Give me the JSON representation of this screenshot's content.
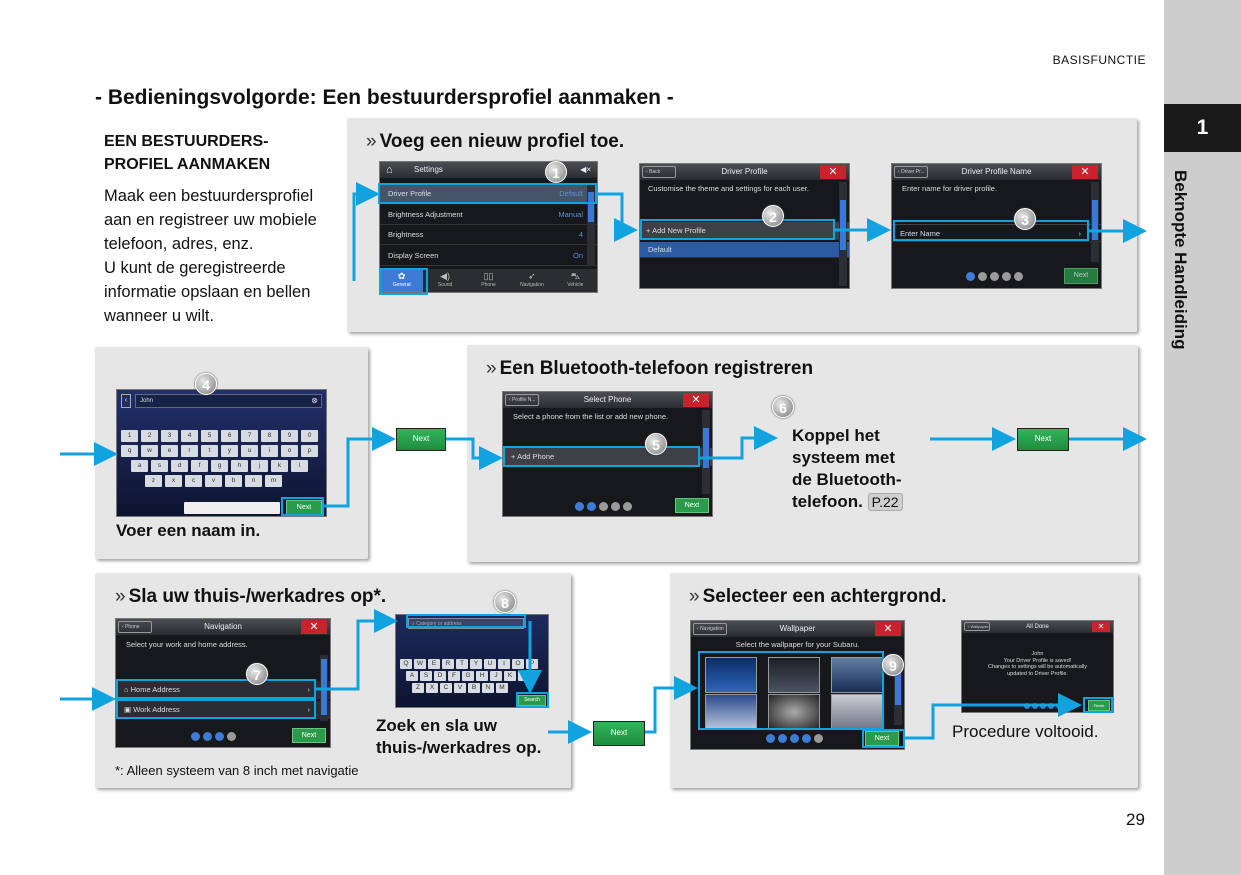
{
  "header": {
    "section_label": "BASISFUNCTIE",
    "main_title": "- Bedieningsvolgorde: Een bestuurdersprofiel aanmaken -",
    "page_number": "29"
  },
  "side_tab": {
    "chapter_number": "1",
    "chapter_title": "Beknopte Handleiding"
  },
  "intro": {
    "heading_line1": "EEN BESTUURDERS-",
    "heading_line2": "PROFIEL AANMAKEN",
    "lines": [
      "Maak een bestuurdersprofiel",
      "aan en registreer uw mobiele",
      "telefoon, adres, enz.",
      "U kunt de geregistreerde",
      "informatie opslaan en bellen",
      "wanneer u wilt."
    ]
  },
  "step_panel_1": {
    "title": "Voeg een nieuw profiel toe.",
    "quote_mark": "»"
  },
  "settings_screen": {
    "title": "Settings",
    "rows": [
      {
        "label": "Driver Profile",
        "value": "Default"
      },
      {
        "label": "Brightness Adjustment",
        "value": "Manual"
      },
      {
        "label": "Brightness",
        "value": "4"
      },
      {
        "label": "Display Screen",
        "value": "On"
      }
    ],
    "nav": [
      "General",
      "Sound",
      "Phone",
      "Navigation",
      "Vehicle"
    ]
  },
  "profile_screen": {
    "back": "Back",
    "title": "Driver Profile",
    "desc": "Customise the theme and settings for each user.",
    "add": "Add New Profile",
    "default": "Default"
  },
  "name_screen": {
    "back": "Driver Pr...",
    "title": "Driver Profile Name",
    "desc": "Enter name for driver profile.",
    "field": "Enter Name",
    "next": "Next"
  },
  "keyboard_screen": {
    "input_value": "John",
    "numbers": [
      "1",
      "2",
      "3",
      "4",
      "5",
      "6",
      "7",
      "8",
      "9",
      "0"
    ],
    "row1": [
      "q",
      "w",
      "e",
      "r",
      "t",
      "y",
      "u",
      "i",
      "o",
      "p"
    ],
    "row2": [
      "a",
      "s",
      "d",
      "f",
      "g",
      "h",
      "j",
      "k",
      "l"
    ],
    "row3": [
      "z",
      "x",
      "c",
      "v",
      "b",
      "n",
      "m"
    ],
    "next": "Next"
  },
  "caption_name": "Voer een naam in.",
  "next_label": "Next",
  "step_panel_bt": {
    "title": "Een Bluetooth-telefoon registreren",
    "quote_mark": "»"
  },
  "phone_screen": {
    "back": "Profile N...",
    "title": "Select Phone",
    "desc": "Select a phone from the list or add new phone.",
    "add": "Add Phone",
    "next": "Next"
  },
  "bt_pair": {
    "line1": "Koppel het",
    "line2": "systeem met",
    "line3": "de Bluetooth-",
    "line4": "telefoon.",
    "ref": "P.22"
  },
  "step_panel_addr": {
    "title": "Sla uw thuis-/werkadres op*.",
    "quote_mark": "»"
  },
  "nav_screen": {
    "back": "Phone",
    "title": "Navigation",
    "desc": "Select your work and home address.",
    "home": "Home Address",
    "work": "Work Address",
    "next": "Next"
  },
  "search_screen": {
    "placeholder": "Category or address",
    "row1": [
      "Q",
      "W",
      "E",
      "R",
      "T",
      "Y",
      "U",
      "I",
      "O",
      "P"
    ],
    "row2": [
      "A",
      "S",
      "D",
      "F",
      "G",
      "H",
      "J",
      "K",
      "L"
    ],
    "row3": [
      "Z",
      "X",
      "C",
      "V",
      "B",
      "N",
      "M"
    ],
    "search": "Search"
  },
  "addr_caption": {
    "line1": "Zoek en sla uw",
    "line2": "thuis-/werkadres op."
  },
  "footnote": "*: Alleen systeem van 8 inch met navigatie",
  "step_panel_wall": {
    "title": "Selecteer een achtergrond.",
    "quote_mark": "»"
  },
  "wallpaper_screen": {
    "back": "Navigation",
    "title": "Wallpaper",
    "desc": "Select the wallpaper for your Subaru.",
    "next": "Next"
  },
  "done_screen": {
    "back": "Wallpaper",
    "title": "All Done",
    "name": "John",
    "l1": "Your Driver Profile is saved!",
    "l2": "Changes to settings will be automatically",
    "l3": "updated to Driver Profile.",
    "finish": "Finish"
  },
  "caption_done": "Procedure voltooid.",
  "badges": [
    "1",
    "2",
    "3",
    "4",
    "5",
    "6",
    "7",
    "8",
    "9"
  ],
  "colors": {
    "highlight": "#10a3e0",
    "next_green": "#2a9b4a",
    "close_red": "#c8232c",
    "panel_gray": "#e6e6e6",
    "side_gray": "#cdcdcd"
  }
}
